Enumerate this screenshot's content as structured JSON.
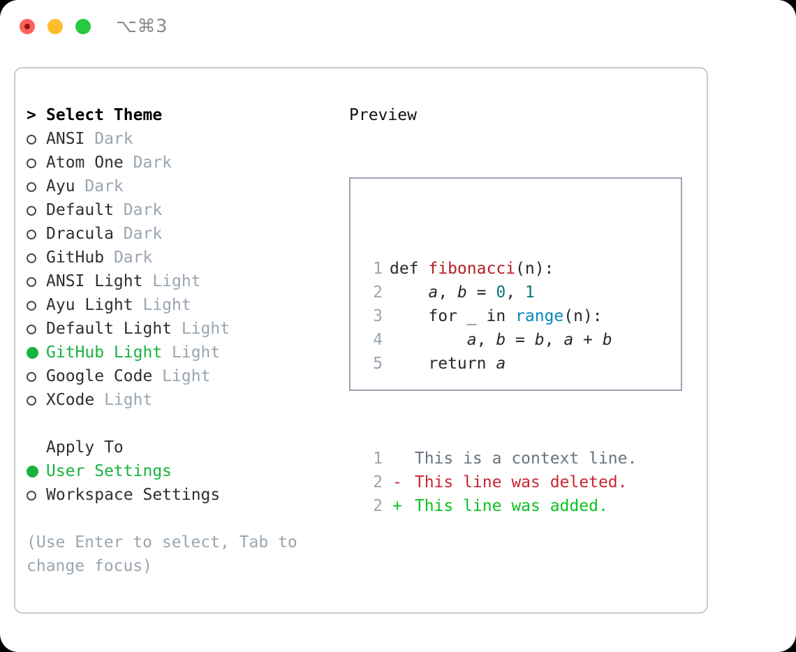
{
  "titlebar": {
    "shortcut": "⌥⌘3",
    "lights": [
      {
        "name": "close",
        "color": "#ff6159"
      },
      {
        "name": "minimize",
        "color": "#ffbd2e"
      },
      {
        "name": "maximize",
        "color": "#27c93f"
      }
    ]
  },
  "theme_picker": {
    "prompt": ">",
    "heading": "Select Theme",
    "empty_bullet": "○",
    "filled_bullet": "●",
    "selected_index": 9,
    "items": [
      {
        "label": "ANSI",
        "tag": "Dark",
        "selected": false
      },
      {
        "label": "Atom One",
        "tag": "Dark",
        "selected": false
      },
      {
        "label": "Ayu",
        "tag": "Dark",
        "selected": false
      },
      {
        "label": "Default",
        "tag": "Dark",
        "selected": false
      },
      {
        "label": "Dracula",
        "tag": "Dark",
        "selected": false
      },
      {
        "label": "GitHub",
        "tag": "Dark",
        "selected": false
      },
      {
        "label": "ANSI Light",
        "tag": "Light",
        "selected": false
      },
      {
        "label": "Ayu Light",
        "tag": "Light",
        "selected": false
      },
      {
        "label": "Default Light",
        "tag": "Light",
        "selected": false
      },
      {
        "label": "GitHub Light",
        "tag": "Light",
        "selected": true
      },
      {
        "label": "Google Code",
        "tag": "Light",
        "selected": false
      },
      {
        "label": "XCode",
        "tag": "Light",
        "selected": false
      }
    ]
  },
  "apply_to": {
    "heading": "Apply To",
    "items": [
      {
        "label": "User Settings",
        "selected": true
      },
      {
        "label": "Workspace Settings",
        "selected": false
      }
    ]
  },
  "hint": {
    "line1": "(Use Enter to select, Tab to",
    "line2": "change focus)"
  },
  "preview": {
    "title": "Preview",
    "code_lines": [
      {
        "no": "1",
        "tokens": [
          {
            "text": "def ",
            "kind": "plain"
          },
          {
            "text": "fibonacci",
            "kind": "func"
          },
          {
            "text": "(n):",
            "kind": "plain"
          }
        ]
      },
      {
        "no": "2",
        "tokens": [
          {
            "text": "    ",
            "kind": "plain"
          },
          {
            "text": "a",
            "kind": "var"
          },
          {
            "text": ", ",
            "kind": "plain"
          },
          {
            "text": "b",
            "kind": "var"
          },
          {
            "text": " = ",
            "kind": "plain"
          },
          {
            "text": "0",
            "kind": "num"
          },
          {
            "text": ", ",
            "kind": "plain"
          },
          {
            "text": "1",
            "kind": "num"
          }
        ]
      },
      {
        "no": "3",
        "tokens": [
          {
            "text": "    for _ in ",
            "kind": "plain"
          },
          {
            "text": "range",
            "kind": "builtin"
          },
          {
            "text": "(n):",
            "kind": "plain"
          }
        ]
      },
      {
        "no": "4",
        "tokens": [
          {
            "text": "        ",
            "kind": "plain"
          },
          {
            "text": "a",
            "kind": "var"
          },
          {
            "text": ", ",
            "kind": "plain"
          },
          {
            "text": "b",
            "kind": "var"
          },
          {
            "text": " = ",
            "kind": "plain"
          },
          {
            "text": "b",
            "kind": "var"
          },
          {
            "text": ", ",
            "kind": "plain"
          },
          {
            "text": "a",
            "kind": "var"
          },
          {
            "text": " + ",
            "kind": "plain"
          },
          {
            "text": "b",
            "kind": "var"
          }
        ]
      },
      {
        "no": "5",
        "tokens": [
          {
            "text": "    return ",
            "kind": "plain"
          },
          {
            "text": "a",
            "kind": "var"
          }
        ]
      }
    ],
    "diff_lines": [
      {
        "no": "1",
        "marker": "",
        "text": "This is a context line.",
        "kind": "context"
      },
      {
        "no": "2",
        "marker": "-",
        "text": "This line was deleted.",
        "kind": "deleted"
      },
      {
        "no": "2",
        "marker": "+",
        "text": "This line was added.",
        "kind": "added"
      }
    ]
  },
  "colors": {
    "accent_green": "#17b33e",
    "muted": "#9aa5b1",
    "diff_add": "#0ac21f",
    "diff_del": "#cb2431",
    "func": "#b31d28",
    "builtin": "#0a84c1",
    "number": "#007b7b"
  }
}
